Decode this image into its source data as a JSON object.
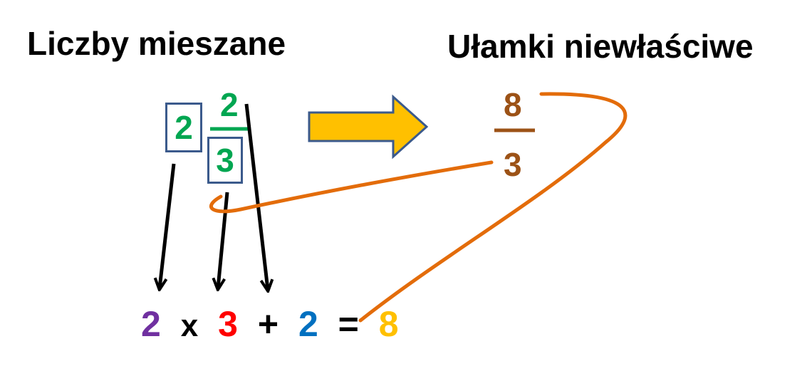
{
  "titles": {
    "mixed": "Liczby mieszane",
    "improper": "Ułamki niewłaściwe"
  },
  "mixed_number": {
    "whole": "2",
    "numerator": "2",
    "denominator": "3"
  },
  "improper_fraction": {
    "numerator": "8",
    "denominator": "3"
  },
  "equation": {
    "whole": "2",
    "times": "x",
    "denominator": "3",
    "plus": "+",
    "numerator": "2",
    "equals": "=",
    "result": "8"
  },
  "colors": {
    "purple": "#7030a0",
    "red": "#ff0000",
    "blue": "#0070c0",
    "gold": "#ffc000",
    "green": "#00a651",
    "brown": "#9c5216",
    "orange_curve": "#e36c0a",
    "box_border": "#3b5a8c",
    "arrow_fill": "#ffc000",
    "arrow_stroke": "#3b5a8c"
  }
}
